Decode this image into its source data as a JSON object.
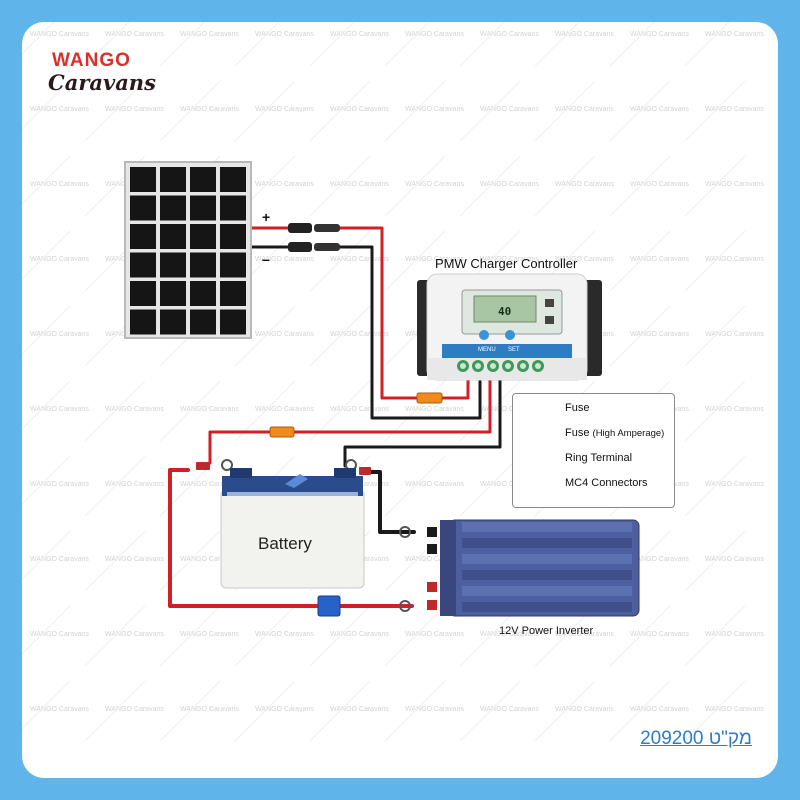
{
  "logo": {
    "top_text": "WANGO",
    "bottom_text": "Caravans"
  },
  "watermark": {
    "text": "WANGO Caravans"
  },
  "diagram": {
    "solar_panel": {
      "positive_label": "+",
      "negative_label": "–"
    },
    "charger_controller": {
      "title": "PMW Charger Controller",
      "display_value": "40",
      "button_menu": "MENU",
      "button_set": "SET"
    },
    "battery": {
      "label": "Battery"
    },
    "inverter": {
      "label": "12V Power Inverter"
    }
  },
  "legend": {
    "items": [
      {
        "label": "Fuse",
        "icon": "fuse-icon"
      },
      {
        "label": "Fuse",
        "detail": "(High Amperage)",
        "icon": "high-amperage-fuse-icon"
      },
      {
        "label": "Ring Terminal",
        "icon": "ring-terminal-icon"
      },
      {
        "label": "MC4 Connectors",
        "icon": "mc4-connector-icon"
      }
    ]
  },
  "sku": {
    "text": "מק\"ט 209200"
  },
  "colors": {
    "background": "#5fb4ea",
    "card": "#ffffff",
    "wire_red": "#d21f26",
    "wire_black": "#1a1a1a",
    "fuse": "#f08a1c",
    "fuse_high": "#2563c9",
    "sku": "#2d7cc4"
  }
}
